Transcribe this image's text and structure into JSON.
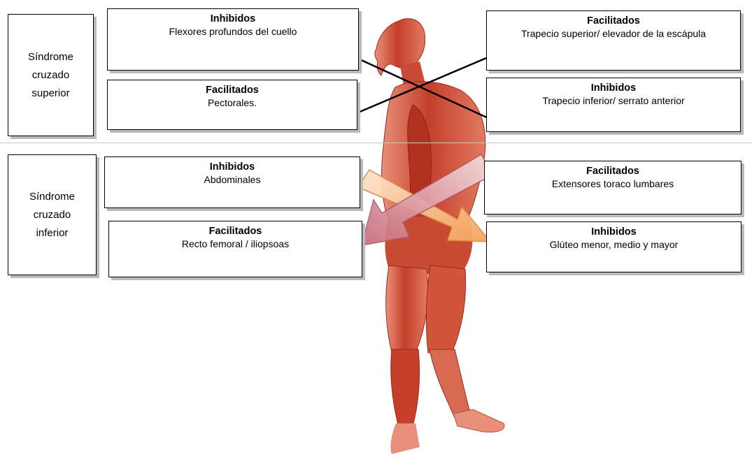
{
  "upper": {
    "label": [
      "Síndrome",
      "cruzado",
      "superior"
    ],
    "boxes": {
      "left_top": {
        "title": "Inhibidos",
        "body": "Flexores profundos del cuello"
      },
      "left_bottom": {
        "title": "Facilitados",
        "body": "Pectorales."
      },
      "right_top": {
        "title": "Facilitados",
        "body": "Trapecio superior/ elevador de la escápula"
      },
      "right_bottom": {
        "title": "Inhibidos",
        "body": "Trapecio inferior/ serrato anterior"
      }
    }
  },
  "lower": {
    "label": [
      "Síndrome",
      "cruzado",
      "inferior"
    ],
    "boxes": {
      "left_top": {
        "title": "Inhibidos",
        "body": "Abdominales"
      },
      "left_bottom": {
        "title": "Facilitados",
        "body": "Recto femoral / iliopsoas"
      },
      "right_top": {
        "title": "Facilitados",
        "body": "Extensores toraco lumbares"
      },
      "right_bottom": {
        "title": "Inhibidos",
        "body": "Glúteo menor, medio y mayor"
      }
    }
  },
  "colors": {
    "muscle_dark": "#b3321f",
    "muscle_mid": "#d2553a",
    "muscle_light": "#e9907a",
    "arrow_orange": "#f6a35a",
    "arrow_pink": "#c86a7a"
  }
}
